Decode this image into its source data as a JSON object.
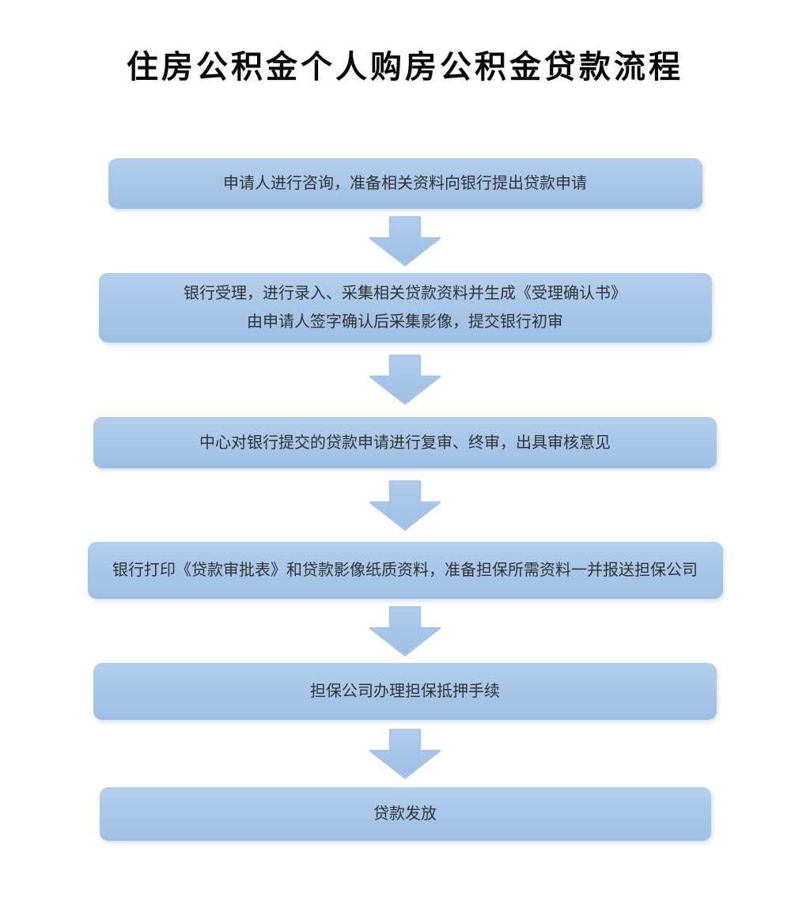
{
  "page": {
    "title": "住房公积金个人购房公积金贷款流程"
  },
  "steps": [
    {
      "text": "申请人进行咨询，准备相关资料向银行提出贷款申请"
    },
    {
      "text": "银行受理，进行录入、采集相关贷款资料并生成《受理确认书》\n由申请人签字确认后采集影像，提交银行初审"
    },
    {
      "text": "中心对银行提交的贷款申请进行复审、终审，出具审核意见"
    },
    {
      "text": "银行打印《贷款审批表》和贷款影像纸质资料，准备担保所需资料一并报送担保公司"
    },
    {
      "text": "担保公司办理担保抵押手续"
    },
    {
      "text": "贷款发放"
    }
  ],
  "colors": {
    "background": "#ffffff",
    "title_text": "#0a0a0a",
    "box_text": "#333333",
    "box_fill_top": "#b4cfed",
    "box_fill_bottom": "#9dbfe4",
    "arrow_fill_top": "#b2cdec",
    "arrow_fill_bottom": "#9cbde4"
  },
  "icons": {
    "connector": "down-block-arrow"
  }
}
